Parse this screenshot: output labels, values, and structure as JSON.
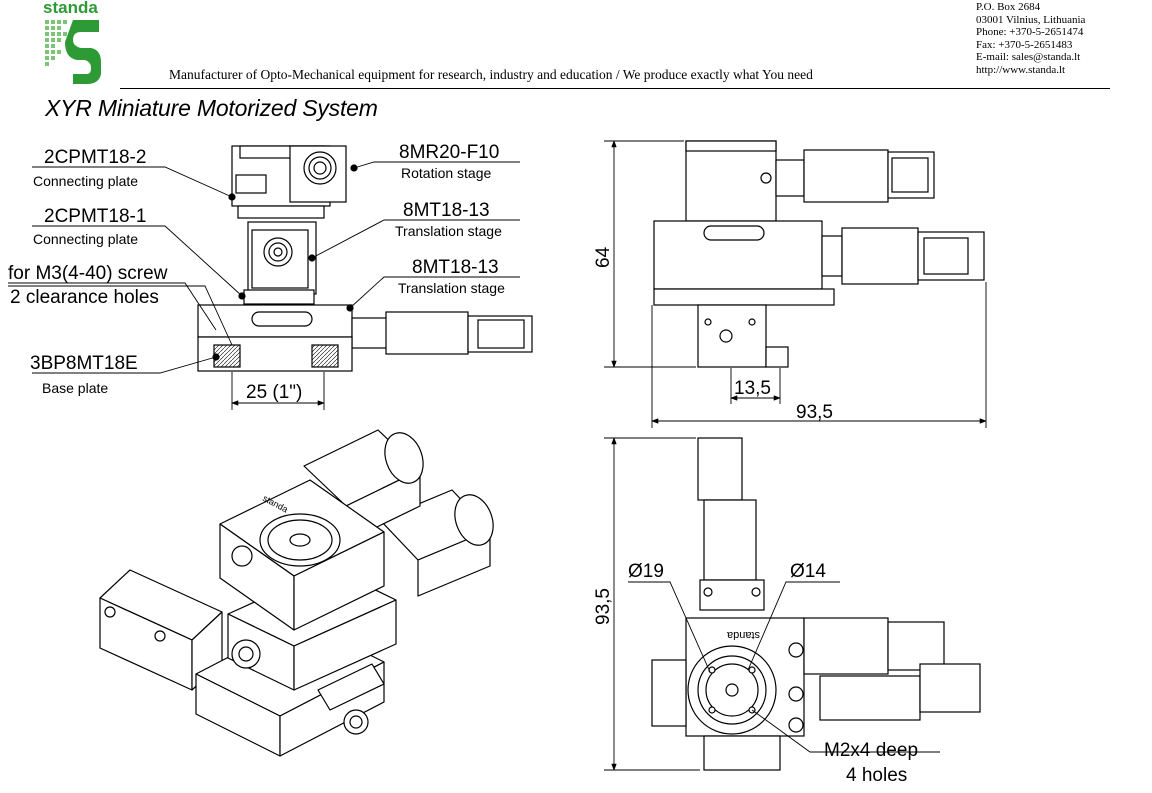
{
  "header": {
    "logo_text": "standa",
    "tagline": "Manufacturer of Opto-Mechanical equipment for research, industry and education / We produce exactly what You need",
    "contact": [
      "P.O. Box 2684",
      "03001 Vilnius, Lithuania",
      "Phone: +370-5-2651474",
      "Fax: +370-5-2651483",
      "E-mail: sales@standa.lt",
      "http://www.standa.lt"
    ],
    "brand_color": "#2e9a35"
  },
  "title": "XYR Miniature Motorized System",
  "front_view": {
    "callouts": [
      {
        "code": "2CPMT18-2",
        "desc": "Connecting plate"
      },
      {
        "code": "2CPMT18-1",
        "desc": "Connecting plate"
      },
      {
        "code": "for M3(4-40) screw",
        "desc": "2 clearance holes"
      },
      {
        "code": "3BP8MT18E",
        "desc": "Base plate"
      },
      {
        "code": "8MR20-F10",
        "desc": "Rotation stage"
      },
      {
        "code": "8MT18-13",
        "desc": "Translation stage"
      },
      {
        "code": "8MT18-13",
        "desc": "Translation stage"
      }
    ],
    "dimension": "25 (1\")"
  },
  "side_view": {
    "height": "64",
    "offset": "13,5",
    "width": "93,5"
  },
  "top_view": {
    "height": "93,5",
    "dia_outer": "Ø19",
    "dia_inner": "Ø14",
    "holes_line1": "M2x4 deep",
    "holes_line2": "4 holes",
    "engraving": "standa"
  },
  "iso_view": {
    "engraving": "standa"
  }
}
